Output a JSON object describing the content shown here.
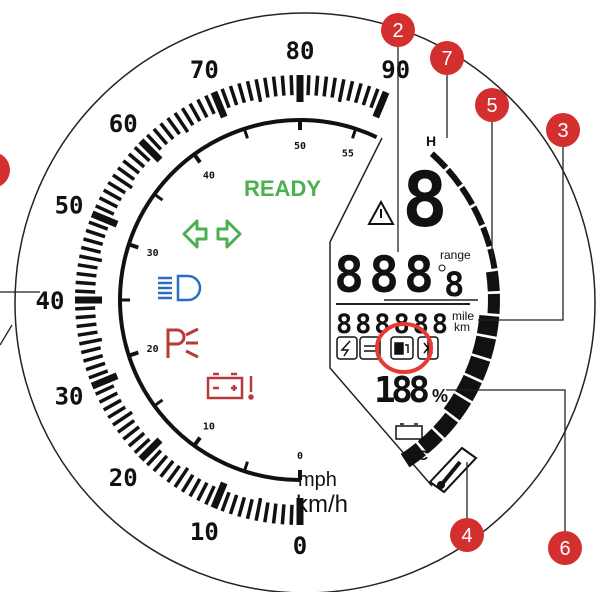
{
  "gauge": {
    "kmh_labels": [
      "0",
      "10",
      "20",
      "30",
      "40",
      "50",
      "60",
      "70",
      "80",
      "90"
    ],
    "mph_labels": [
      "0",
      "10",
      "20",
      "30",
      "40",
      "50",
      "55"
    ],
    "unit_mph": "mph",
    "unit_kmh": "km/h"
  },
  "indicators": {
    "ready": "READY",
    "ready_color": "#4caf50",
    "turn_color": "#4caf50",
    "headlight_color": "#2a6fbf",
    "warning_color": "#b83a3a"
  },
  "lcd": {
    "gear": "8",
    "range_value": "888",
    "range_decimal": "8",
    "range_label": "range",
    "odometer": "888888",
    "unit_mile": "mile",
    "unit_km": "km",
    "battery_percent": "188",
    "percent_sign": "%",
    "temp_high": "H",
    "temp_low": "C"
  },
  "callouts": [
    "2",
    "7",
    "5",
    "3",
    "4",
    "6"
  ],
  "callout_color": "#d32f2f"
}
